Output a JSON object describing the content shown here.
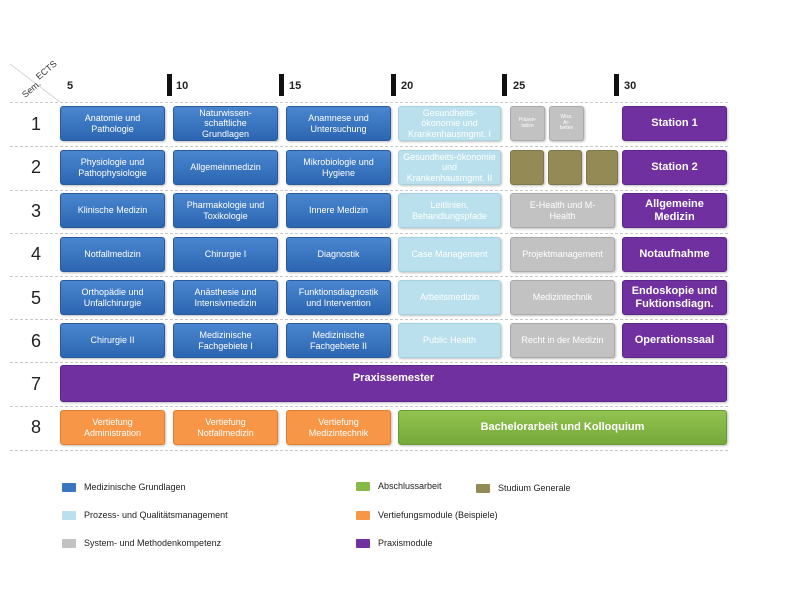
{
  "axis": {
    "ects_label": "ECTS",
    "sem_label": "Sem."
  },
  "ects_ticks": [
    "5",
    "10",
    "15",
    "20",
    "25",
    "30"
  ],
  "semesters": [
    "1",
    "2",
    "3",
    "4",
    "5",
    "6",
    "7",
    "8"
  ],
  "modules": {
    "r1": {
      "c1": "Anatomie und\nPathologie",
      "c2": "Naturwissen-\nschaftliche\nGrundlagen",
      "c3": "Anamnese und\nUntersuchung",
      "c4": "Gesundheits-\nökonomie und\nKrankenhausmgmt. I",
      "c5a": "Präsen-\ntation",
      "c5b": "Wiss.\nAr-\nbeiten",
      "c6": "Station 1"
    },
    "r2": {
      "c1": "Physiologie und\nPathophysiologie",
      "c2": "Allgemeinmedizin",
      "c3": "Mikrobiologie und\nHygiene",
      "c4": "Gesundheits-ökonomie\nund\nKrankenhausmgmt. II",
      "c6": "Station 2"
    },
    "r3": {
      "c1": "Klinische Medizin",
      "c2": "Pharmakologie und\nToxikologie",
      "c3": "Innere Medizin",
      "c4": "Leitlinien,\nBehandlungspfade",
      "c5": "E-Health und M-\nHealth",
      "c6": "Allgemeine\nMedizin"
    },
    "r4": {
      "c1": "Notfallmedizin",
      "c2": "Chirurgie I",
      "c3": "Diagnostik",
      "c4": "Case Management",
      "c5": "Projektmanagement",
      "c6": "Notaufnahme"
    },
    "r5": {
      "c1": "Orthopädie und\nUnfallchirurgie",
      "c2": "Anästhesie und\nIntensivmedizin",
      "c3": "Funktionsdiagnostik\nund Intervention",
      "c4": "Arbeitsmedizin",
      "c5": "Medizintechnik",
      "c6": "Endoskopie und\nFuktionsdiagn."
    },
    "r6": {
      "c1": "Chirurgie II",
      "c2": "Medizinische\nFachgebiete I",
      "c3": "Medizinische\nFachgebiete II",
      "c4": "Public Health",
      "c5": "Recht in der Medizin",
      "c6": "Operationssaal"
    },
    "r7": {
      "c1": "Praxissemester"
    },
    "r8": {
      "c1": "Vertiefung\nAdministration",
      "c2": "Vertiefung\nNotfallmedizin",
      "c3": "Vertiefung\nMedizintechnik",
      "c4": "Bachelorarbeit und Kolloquium"
    }
  },
  "legend": [
    {
      "label": "Medizinische  Grundlagen",
      "color": "#3a75c0"
    },
    {
      "label": "Abschlussarbeit",
      "color": "#86b946"
    },
    {
      "label": "Studium Generale",
      "color": "#948a55"
    },
    {
      "label": "Prozess- und Qualitätsmanagement",
      "color": "#b9e0ec"
    },
    {
      "label": "Vertiefungsmodule (Beispiele)",
      "color": "#f79646"
    },
    {
      "label": "System- und Methodenkompetenz",
      "color": "#c2c2c2"
    },
    {
      "label": "Praxismodule",
      "color": "#7030a0"
    }
  ]
}
